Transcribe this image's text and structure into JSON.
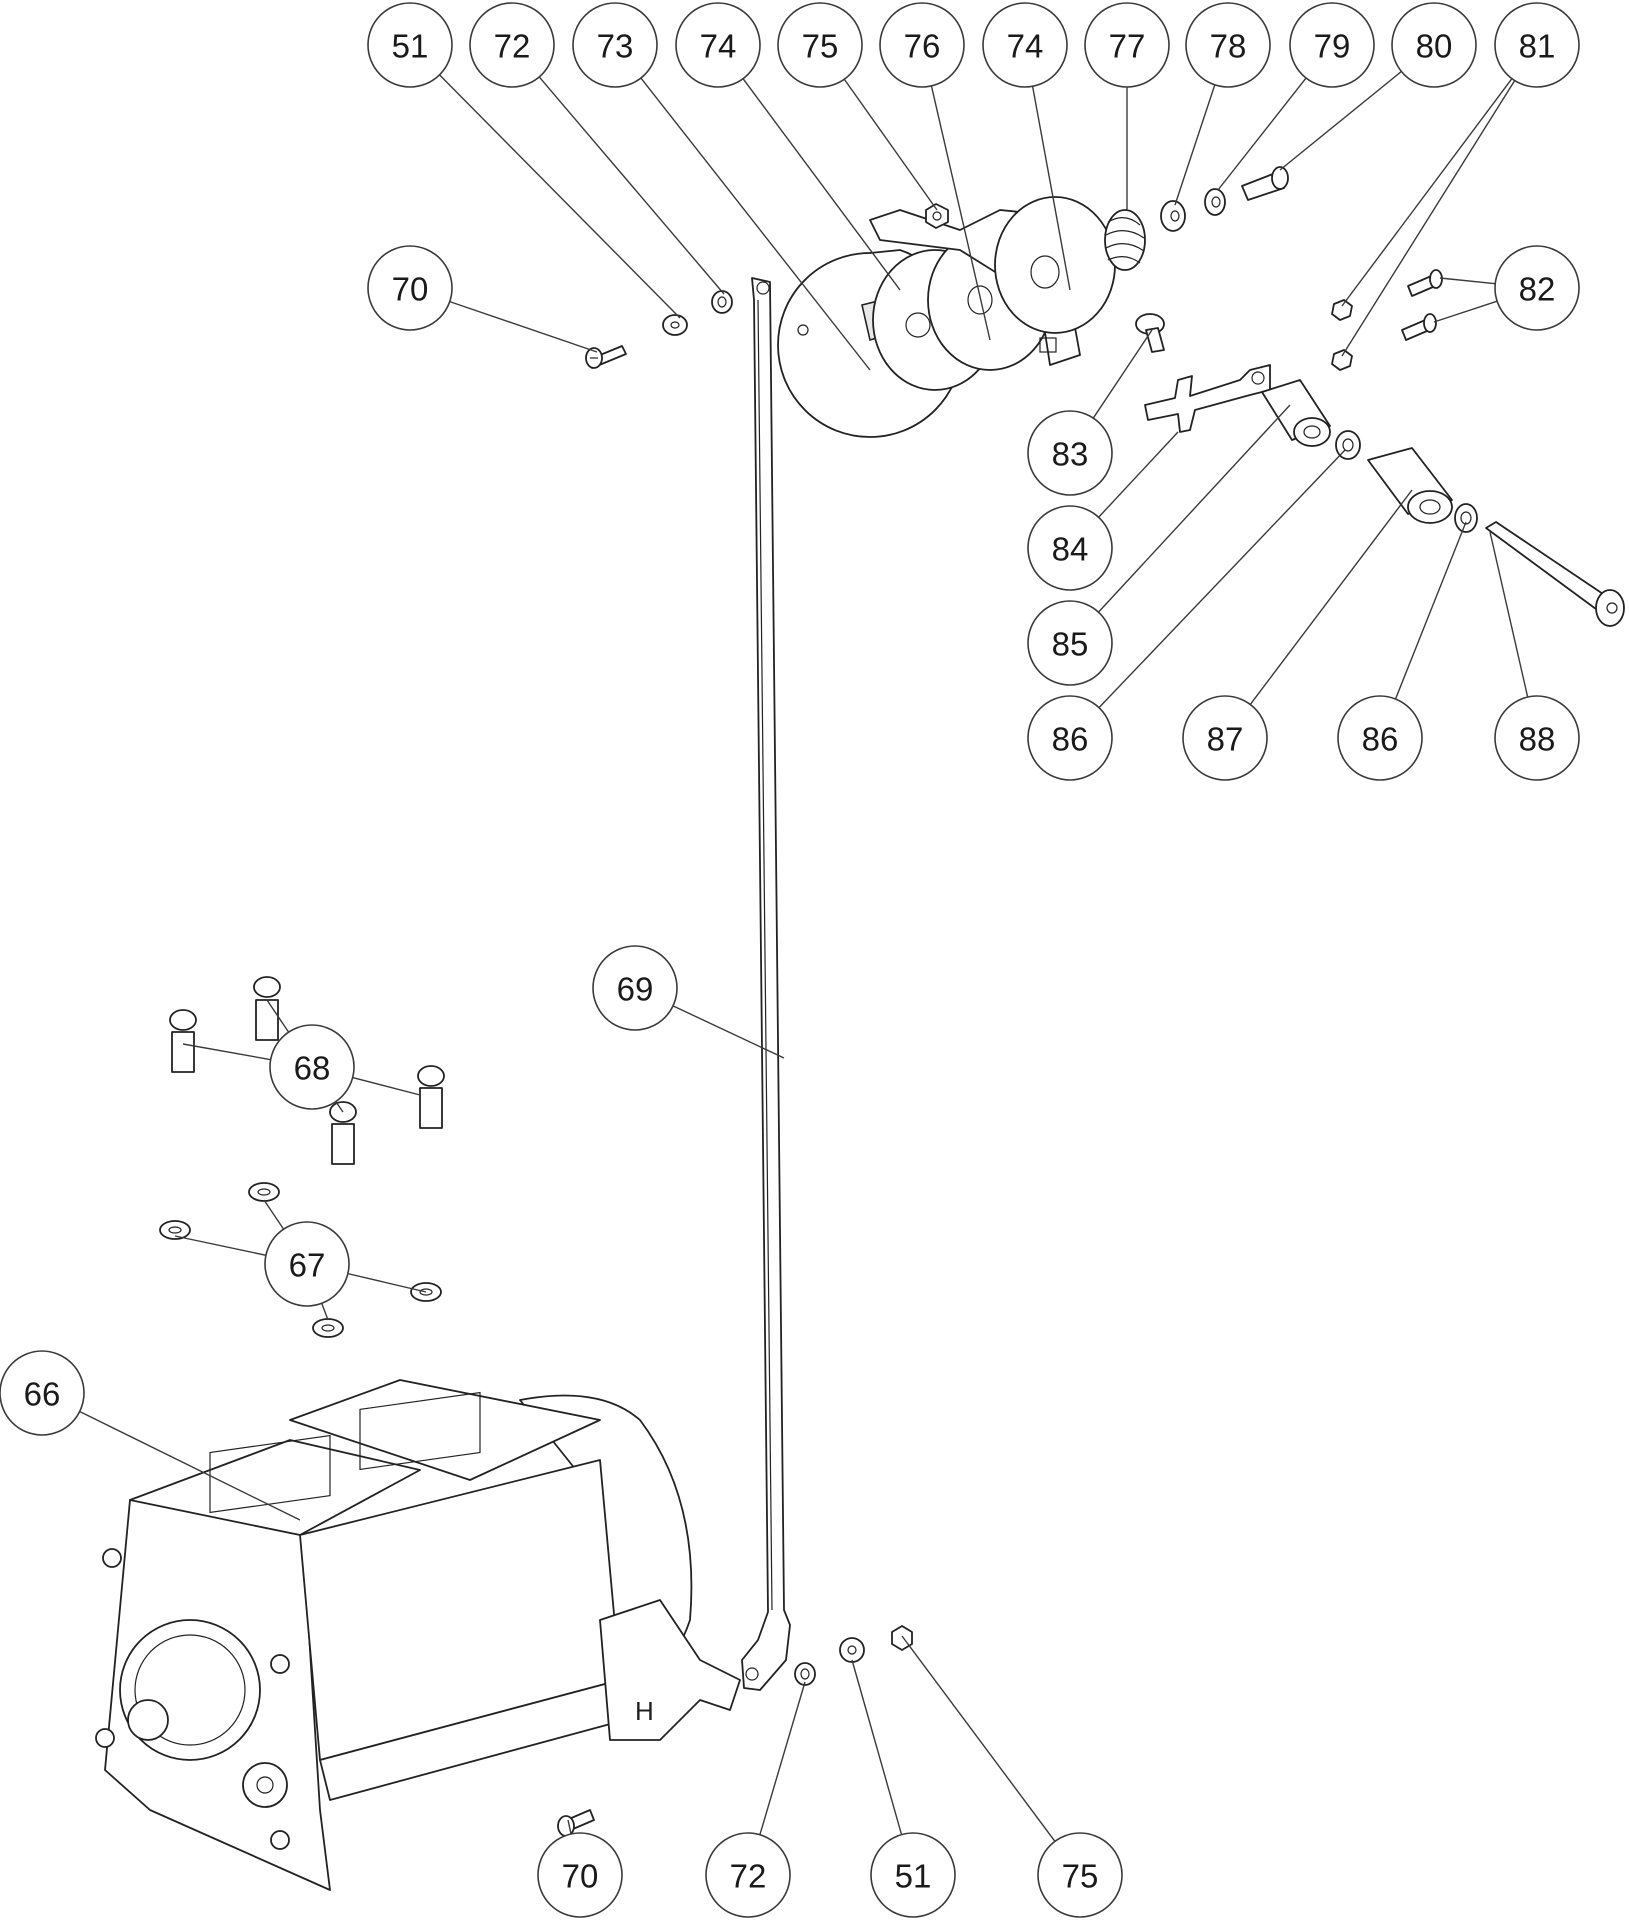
{
  "diagram": {
    "type": "exploded-parts-diagram",
    "line_color": "#222222",
    "callout_border_color": "#3a3a3a",
    "background": "#ffffff"
  },
  "callouts": [
    {
      "id": "c51a",
      "label": "51"
    },
    {
      "id": "c72a",
      "label": "72"
    },
    {
      "id": "c73",
      "label": "73"
    },
    {
      "id": "c74a",
      "label": "74"
    },
    {
      "id": "c75a",
      "label": "75"
    },
    {
      "id": "c76",
      "label": "76"
    },
    {
      "id": "c74b",
      "label": "74"
    },
    {
      "id": "c77",
      "label": "77"
    },
    {
      "id": "c78",
      "label": "78"
    },
    {
      "id": "c79",
      "label": "79"
    },
    {
      "id": "c80",
      "label": "80"
    },
    {
      "id": "c81",
      "label": "81"
    },
    {
      "id": "c70a",
      "label": "70"
    },
    {
      "id": "c82",
      "label": "82"
    },
    {
      "id": "c83",
      "label": "83"
    },
    {
      "id": "c84",
      "label": "84"
    },
    {
      "id": "c85",
      "label": "85"
    },
    {
      "id": "c86a",
      "label": "86"
    },
    {
      "id": "c87",
      "label": "87"
    },
    {
      "id": "c86b",
      "label": "86"
    },
    {
      "id": "c88",
      "label": "88"
    },
    {
      "id": "c69",
      "label": "69"
    },
    {
      "id": "c68",
      "label": "68"
    },
    {
      "id": "c67",
      "label": "67"
    },
    {
      "id": "c66",
      "label": "66"
    },
    {
      "id": "c70b",
      "label": "70"
    },
    {
      "id": "c72b",
      "label": "72"
    },
    {
      "id": "c51b",
      "label": "51"
    },
    {
      "id": "c75b",
      "label": "75"
    }
  ]
}
